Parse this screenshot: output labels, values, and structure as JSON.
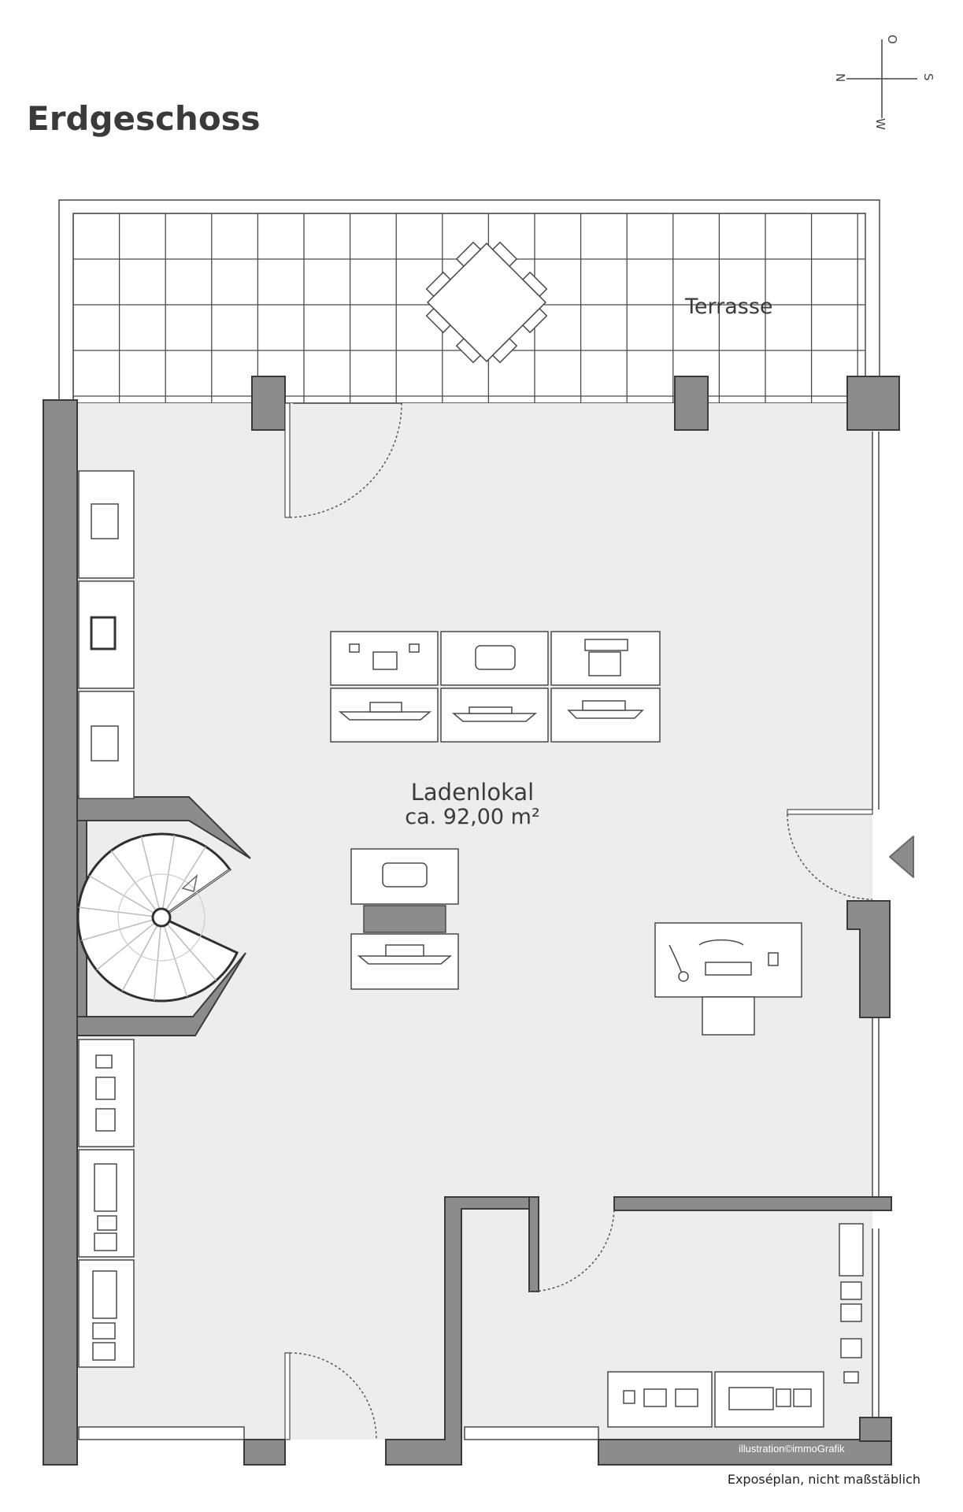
{
  "plan": {
    "title": "Erdgeschoss",
    "compass": {
      "north": "N",
      "south": "S",
      "east": "O",
      "west": "W"
    },
    "terrace_label": "Terrasse",
    "room": {
      "name": "Ladenlokal",
      "area": "ca. 92,00 m²"
    },
    "credit": "illustration©immoGrafik",
    "footnote": "Exposéplan, nicht maßstäblich"
  },
  "colors": {
    "wall": "#8c8c8c",
    "floor": "#ededed",
    "text": "#3a3a3a"
  }
}
